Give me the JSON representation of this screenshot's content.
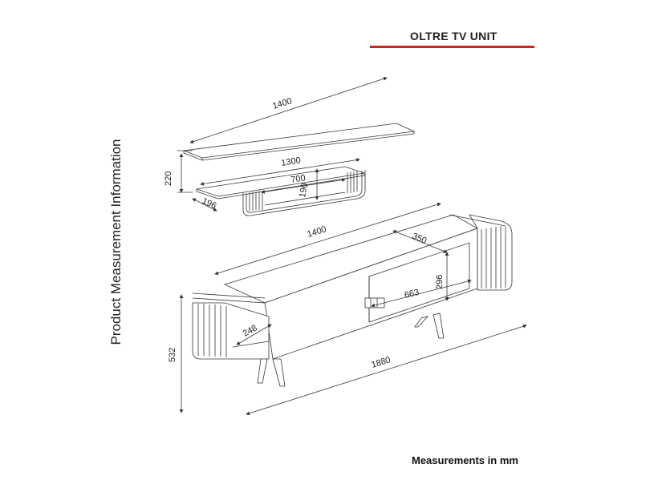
{
  "header": {
    "title": "OLTRE TV UNIT",
    "accent_color": "#d42020"
  },
  "side_label": "Product Measurement Information",
  "footer": {
    "units_note": "Measurements in mm"
  },
  "dimensions": {
    "shelf_length": "1400",
    "shelf_inner_length": "1300",
    "shelf_height": "220",
    "shelf_depth": "196",
    "shelf_box_width": "700",
    "shelf_box_height": "190",
    "unit_top_length": "1400",
    "unit_drawer_width": "350",
    "unit_drawer_height": "296",
    "unit_inner_width": "663",
    "unit_side_depth": "248",
    "unit_total_length": "1880",
    "unit_height": "532"
  }
}
